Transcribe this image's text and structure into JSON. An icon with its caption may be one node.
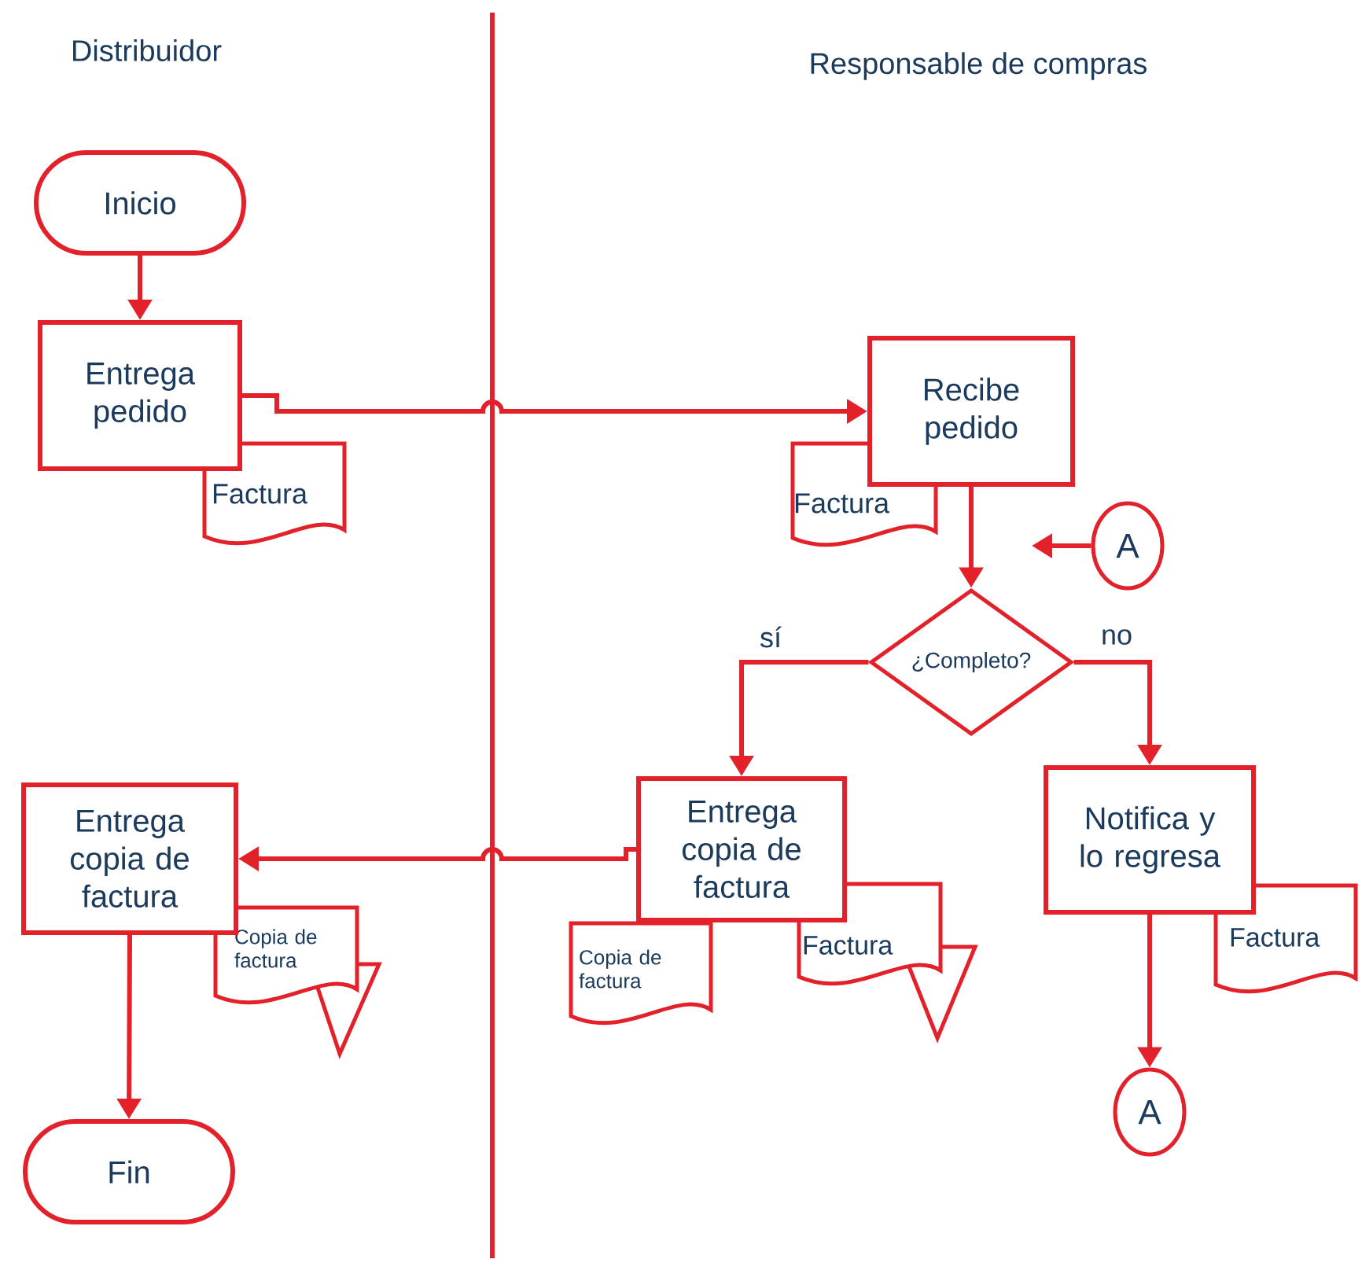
{
  "diagram": {
    "nodes": [
      {
        "text": [
          "Inicio"
        ]
      },
      {
        "text": [
          "Entrega pedido"
        ]
      },
      {
        "text": [
          "Factura"
        ]
      },
      {
        "text": [
          "Recibe pedido"
        ]
      },
      {
        "text": [
          "Factura"
        ]
      },
      {
        "text": [
          "A"
        ]
      },
      {
        "text": [
          "¿Completo?"
        ]
      },
      {
        "text": [
          "Entrega copia de factura"
        ]
      },
      {
        "text": [
          "Entrega copia de factura"
        ]
      },
      {
        "text": [
          "Notifica y lo regresa"
        ]
      },
      {
        "text": [
          "Copia de factura"
        ]
      },
      {
        "text": [
          "Copia de factura"
        ]
      },
      {
        "text": [
          "Factura"
        ]
      },
      {
        "text": [
          "Factura"
        ]
      },
      {
        "text": [
          "A"
        ]
      },
      {
        "text": [
          "Fin"
        ]
      }
    ],
    "edges": [
      {
        "from": 0,
        "to": 1,
        "arrow": "to"
      },
      {
        "from": 1,
        "to": 3,
        "arrow": "to"
      },
      {
        "from": 3,
        "to": 6,
        "arrow": "to"
      },
      {
        "from": 6,
        "to": 8,
        "arrow": "to",
        "label": "sí"
      },
      {
        "from": 6,
        "to": 9,
        "arrow": "to",
        "label": "no"
      },
      {
        "from": 8,
        "to": 7,
        "arrow": "to"
      },
      {
        "from": 9,
        "to": 14,
        "arrow": "to"
      },
      {
        "from": 7,
        "to": 15,
        "arrow": "to"
      },
      {
        "from": 5,
        "to": null,
        "arrow": "to"
      }
    ],
    "labels": [
      "Distribuidor",
      "Responsable de compras"
    ]
  }
}
